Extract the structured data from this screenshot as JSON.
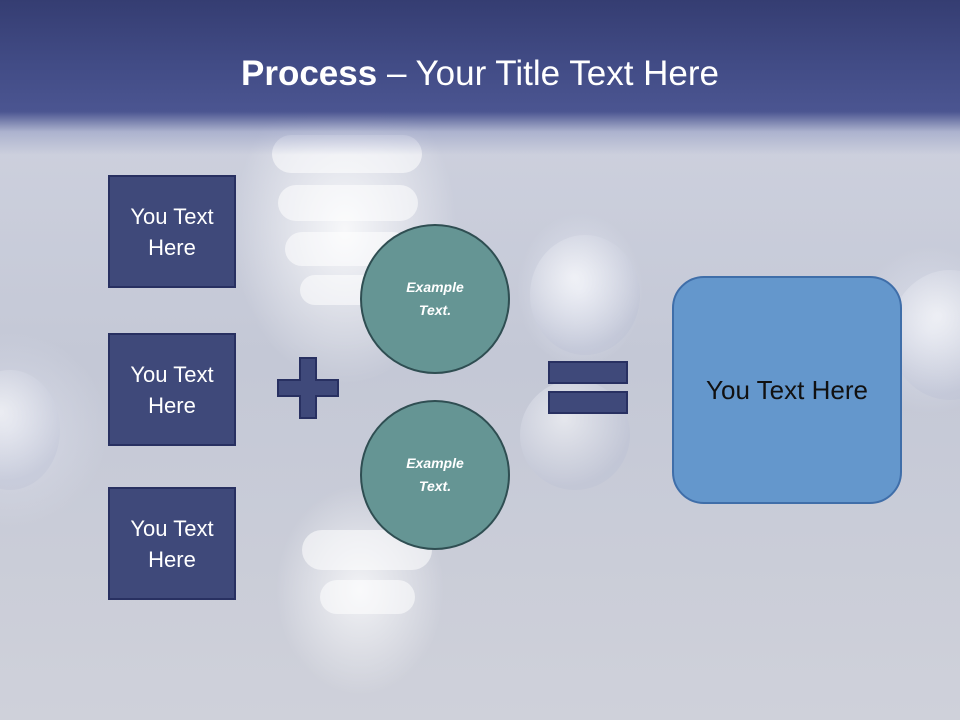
{
  "slide": {
    "title_bold": "Process",
    "title_rest": " – Your Title Text Here",
    "boxes": [
      "You Text Here",
      "You Text Here",
      "You Text Here"
    ],
    "circles": [
      "Example Text.",
      "Example Text."
    ],
    "result": "You Text Here",
    "operators": [
      "plus-icon",
      "equals-icon"
    ]
  },
  "colors": {
    "header": "#414b85",
    "box_fill": "#3f497a",
    "circle_fill": "#659594",
    "result_fill": "#6497cc"
  }
}
